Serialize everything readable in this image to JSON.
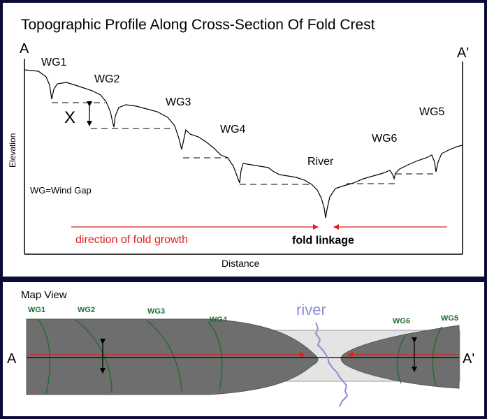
{
  "profile": {
    "title": "Topographic Profile Along Cross-Section Of Fold Crest",
    "label_a": "A",
    "label_a_prime": "A'",
    "x_axis_label": "Distance",
    "y_axis_label": "Elevation",
    "legend_note": "WG=Wind Gap",
    "wind_gaps": [
      "WG1",
      "WG2",
      "WG3",
      "WG4",
      "WG5",
      "WG6"
    ],
    "river_label": "River",
    "x_marker": "X",
    "growth_label": "direction of fold growth",
    "linkage_label": "fold linkage"
  },
  "map_view": {
    "title": "Map View",
    "label_a": "A",
    "label_a_prime": "A'",
    "river_label": "river",
    "wind_gaps": [
      "WG1",
      "WG2",
      "WG3",
      "WG4",
      "WG6",
      "WG5"
    ]
  },
  "colors": {
    "frame": "#0b0b3a",
    "panel": "#ffffff",
    "arrow_red": "#e02020",
    "wind_gap_green": "#1f6b2e",
    "fold_gray": "#6e6e6e",
    "river_blue": "#8a8fd0"
  }
}
